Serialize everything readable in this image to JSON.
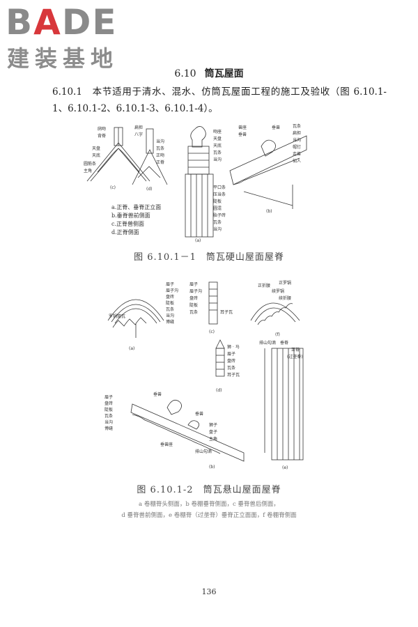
{
  "logo": {
    "brand_prefix": "B",
    "brand_accent": "A",
    "brand_suffix": "DE",
    "subtitle": "建装基地",
    "accent_color": "#d8373b"
  },
  "section": {
    "number": "6.10",
    "title": "筒瓦屋面"
  },
  "paragraph": {
    "number": "6.10.1",
    "text": "本节适用于清水、混水、仿筒瓦屋面工程的施工及验收（图 6.10.1-1、6.10.1-2、6.10.1-3、6.10.1-4）。"
  },
  "figure1": {
    "caption": "图 6.10.1－1　筒瓦硬山屋面屋脊",
    "legend": [
      "a.正脊、垂脊正立面",
      "b.垂脊兽前侧面",
      "c.正脊兽侧面",
      "d.正脊侧面"
    ],
    "labels": {
      "c": [
        "鸱吻",
        "背脊",
        "天盘",
        "天底",
        "圆筋条",
        "主角"
      ],
      "d": [
        "扁担",
        "八字",
        "当沟",
        "瓦条",
        "正吻",
        "正脊"
      ],
      "a": [
        "吻座",
        "天盘",
        "天底",
        "瓦条",
        "当沟",
        "平口条",
        "压当条",
        "陡板",
        "圆混",
        "胎子砖",
        "瓦条",
        "当沟"
      ],
      "b": [
        "兽座",
        "垂兽",
        "垂兽",
        "瓦条",
        "扁担",
        "当沟",
        "帽钉",
        "走兽",
        "仙人"
      ],
      "panel_letters": [
        "(c)",
        "(d)",
        "(a)",
        "(b)"
      ]
    }
  },
  "figure2": {
    "caption": "图 6.10.1-2　筒瓦悬山屋面屋脊",
    "notes": [
      "a 卷棚脊头侧面，b 卷棚垂脊侧面，c 垂脊兽后侧面，",
      "d 垂脊兽前侧面，e 卷棚脊（过垄脊）垂脊正立面面，f 卷棚脊侧面"
    ],
    "labels": {
      "a": [
        "眉子",
        "眉子沟",
        "盘砖",
        "陡板",
        "瓦条",
        "当沟",
        "博缝"
      ],
      "a_extra": "罗锅筒瓦",
      "c": [
        "眉子",
        "眉子沟",
        "盘砖",
        "陡板",
        "瓦条",
        "耳子瓦"
      ],
      "f": [
        "正折腰",
        "正罗锅",
        "续罗锅",
        "续折腰"
      ],
      "d": [
        "狮 · 马",
        "眉子",
        "盘砖",
        "瓦条",
        "耳子瓦"
      ],
      "e": [
        "排山勾滴",
        "垂脊",
        "正脊",
        "(过垄脊)"
      ],
      "b": [
        "眉子",
        "盘砖",
        "陡板",
        "瓦条",
        "当沟",
        "博缝",
        "垂兽座",
        "垂兽",
        "垂兽",
        "狮子",
        "盘子",
        "主角",
        "排山勾滴"
      ],
      "panel_letters": [
        "(a)",
        "(c)",
        "(f)",
        "(d)",
        "(b)",
        "(e)"
      ]
    }
  },
  "page": {
    "number": "136"
  }
}
